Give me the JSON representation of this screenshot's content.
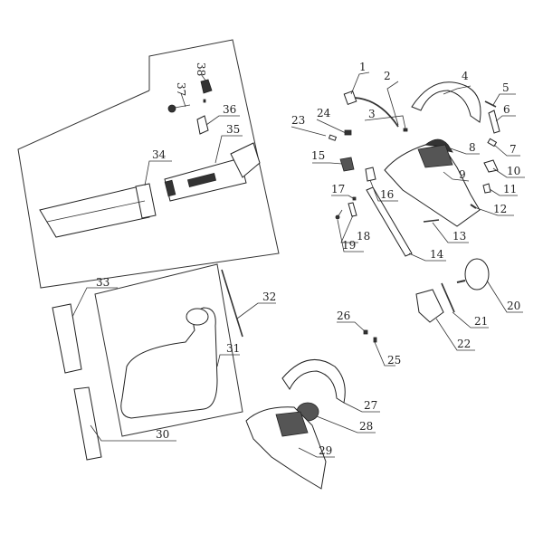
{
  "diagram": {
    "title_type": "exploded parts diagram",
    "part_numbers": [
      "1",
      "2",
      "3",
      "4",
      "5",
      "6",
      "7",
      "8",
      "9",
      "10",
      "11",
      "12",
      "13",
      "14",
      "15",
      "16",
      "17",
      "18",
      "19",
      "20",
      "21",
      "22",
      "23",
      "24",
      "25",
      "26",
      "27",
      "28",
      "29",
      "30",
      "31",
      "32",
      "33",
      "34",
      "35",
      "36",
      "37",
      "38"
    ]
  }
}
